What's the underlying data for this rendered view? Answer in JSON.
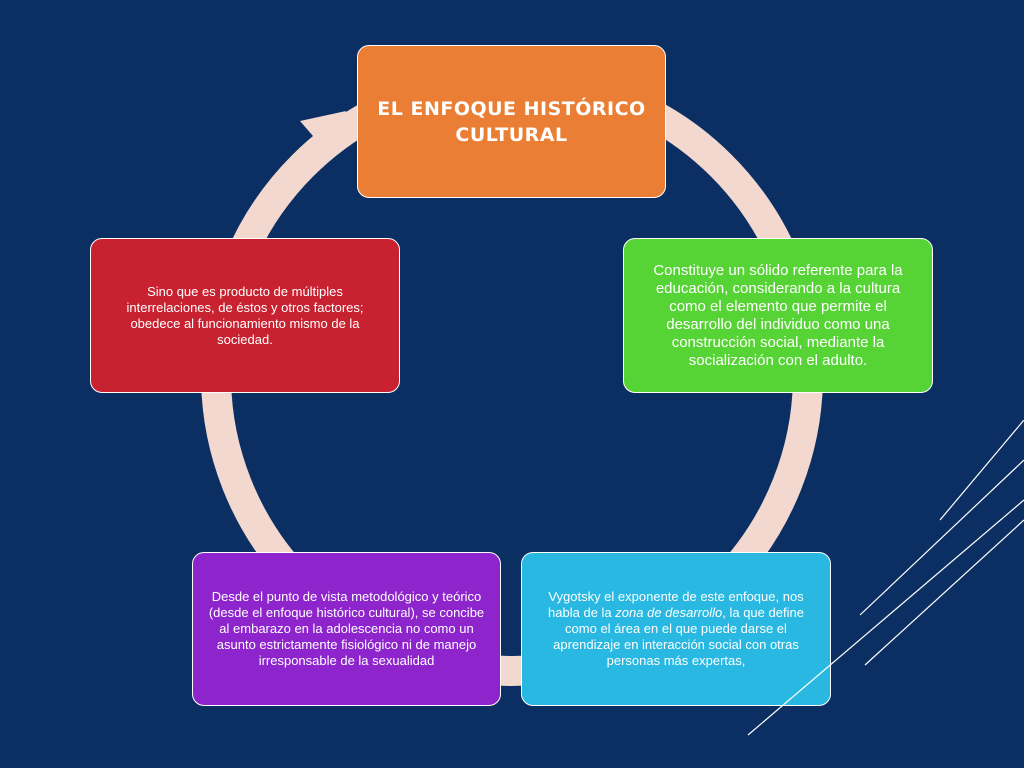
{
  "diagram": {
    "title_box": {
      "text": "EL ENFOQUE HISTÓRICO CULTURAL",
      "color": "#e97e34"
    },
    "green_box": {
      "text": "Constituye un sólido referente para la educación, considerando a la cultura como el elemento que permite el desarrollo del individuo como una construcción social, mediante la socialización con el adulto.",
      "color": "#56d435"
    },
    "cyan_box": {
      "text_before": "Vygotsky el exponente de este enfoque, nos habla de la ",
      "text_italic": "zona de desarrollo",
      "text_after": ", la que define como  el área en el que puede darse el aprendizaje en interacción social con otras personas más expertas,",
      "color": "#28b8e1"
    },
    "purple_box": {
      "text": "Desde el punto de vista metodológico y teórico (desde el enfoque histórico cultural),  se concibe  al embarazo en la adolescencia no como un  asunto estrictamente fisiológico ni de manejo irresponsable de la sexualidad",
      "color": "#8e25cc"
    },
    "red_box": {
      "text": "Sino que es producto de múltiples interrelaciones, de éstos y otros factores; obedece al funcionamiento mismo de la sociedad.",
      "color": "#c8212f"
    },
    "ring_color": "#f2d8cf",
    "background_color": "#0c2f63"
  }
}
